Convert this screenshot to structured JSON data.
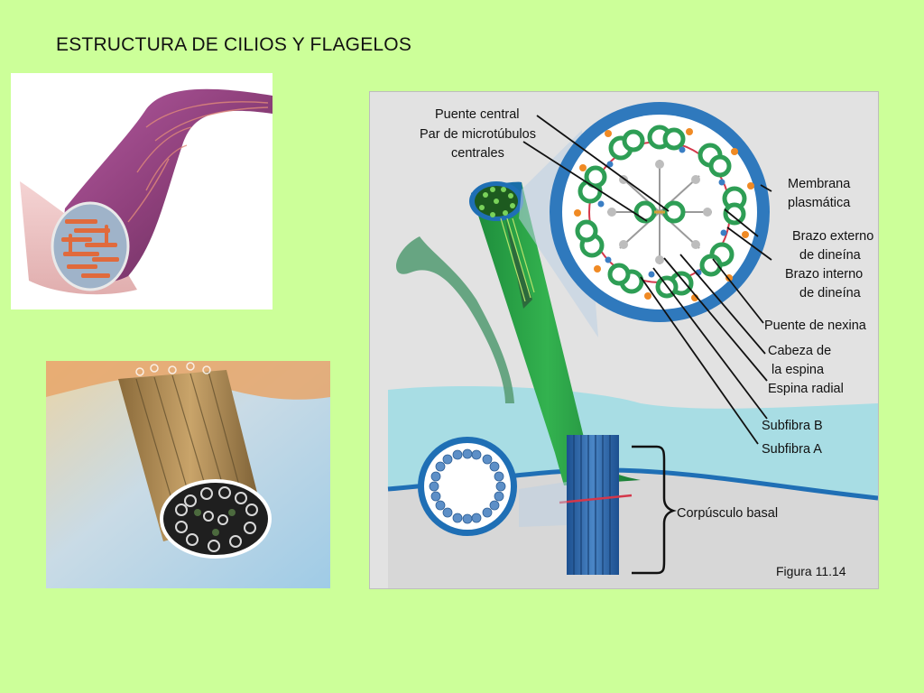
{
  "slide": {
    "title": "ESTRUCTURA DE CILIOS Y FLAGELOS"
  },
  "figure": {
    "caption": "Figura 11.14",
    "labels": {
      "puente_central": "Puente central",
      "par_microtubulos_1": "Par de microtúbulos",
      "par_microtubulos_2": "centrales",
      "membrana_1": "Membrana",
      "membrana_2": "plasmática",
      "brazo_externo_1": "Brazo externo",
      "brazo_externo_2": "de dineína",
      "brazo_interno_1": "Brazo interno",
      "brazo_interno_2": "de dineína",
      "puente_nexina": "Puente de nexina",
      "cabeza_espina_1": "Cabeza de",
      "cabeza_espina_2": "la espina",
      "espina_radial": "Espina radial",
      "subfibra_b": "Subfibra B",
      "subfibra_a": "Subfibra A",
      "corpusculo_basal": "Corpúsculo basal"
    }
  },
  "colors": {
    "background": "#ccff99",
    "cilium_green": "#2aa84a",
    "microtubule_green": "#2e9e55",
    "membrane_blue": "#1f6fb5",
    "basal_body_blue": "#2f63a8",
    "dynein_orange": "#f08a24",
    "nexin_red": "#d4374a"
  }
}
